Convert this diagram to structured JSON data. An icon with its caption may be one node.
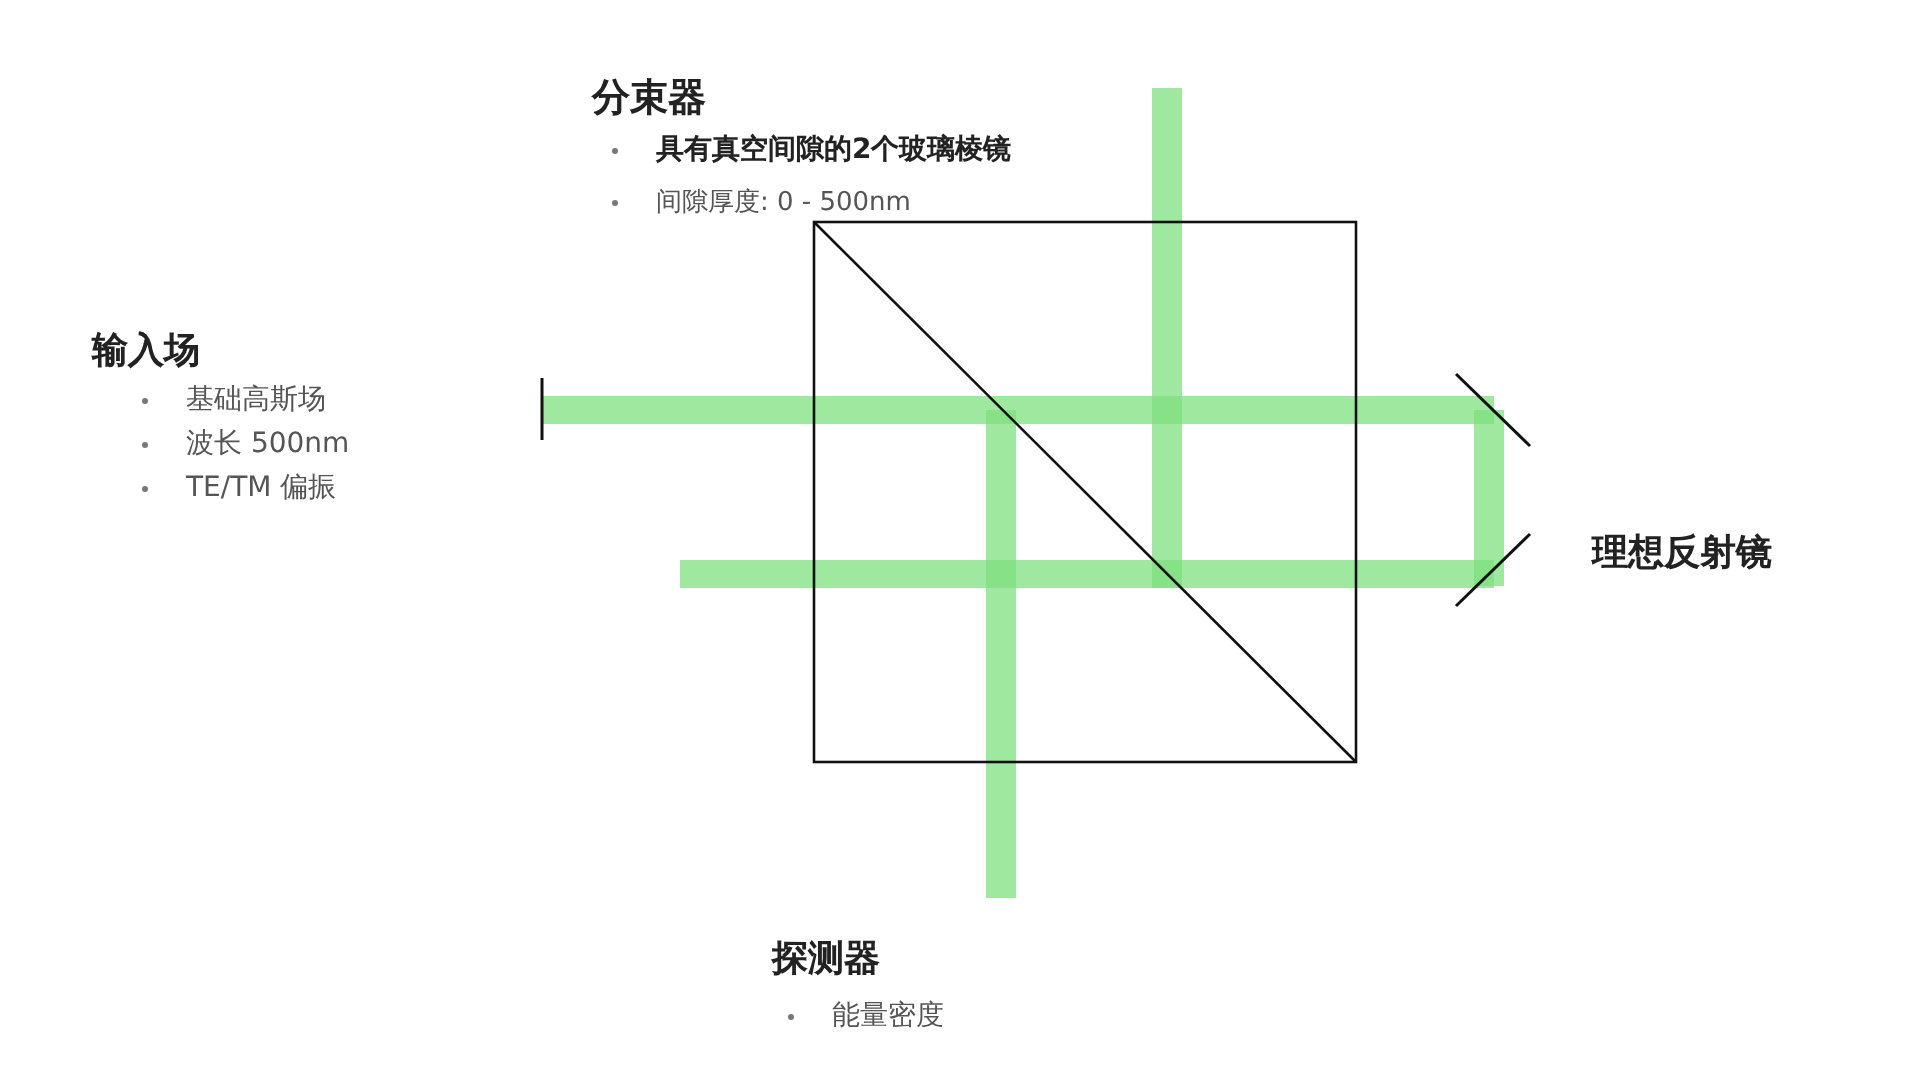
{
  "diagram": {
    "labels": [
      "分束器",
      "具有真空间隙的2个玻璃棱镜",
      "间隙厚度: 0 - 500nm",
      "输入场",
      "基础高斯场",
      "波长 500nm",
      "TE/TM 偏振",
      "理想反射镜",
      "探测器",
      "能量密度"
    ]
  }
}
